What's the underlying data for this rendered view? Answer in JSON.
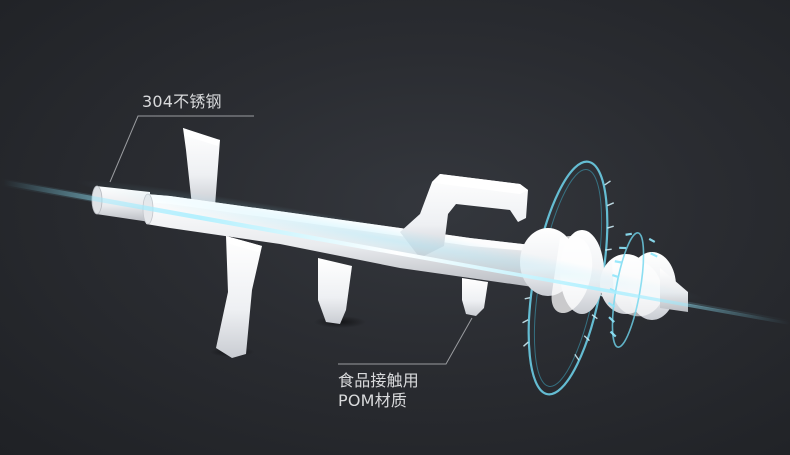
{
  "callouts": {
    "steel_shaft": {
      "label": "304不锈钢"
    },
    "food_contact": {
      "line1": "食品接触用",
      "line2": "POM材质"
    }
  },
  "colors": {
    "background": "#2a2c31",
    "part_white": "#f3f4f6",
    "light_beam": "#7fe4ff",
    "ring_accent": "#6fd6ee",
    "callout_line": "#9a9ca0"
  },
  "icons": {
    "rotation_ring_large": "rotation-ring-icon",
    "rotation_ring_small": "rotation-ring-small-icon"
  }
}
